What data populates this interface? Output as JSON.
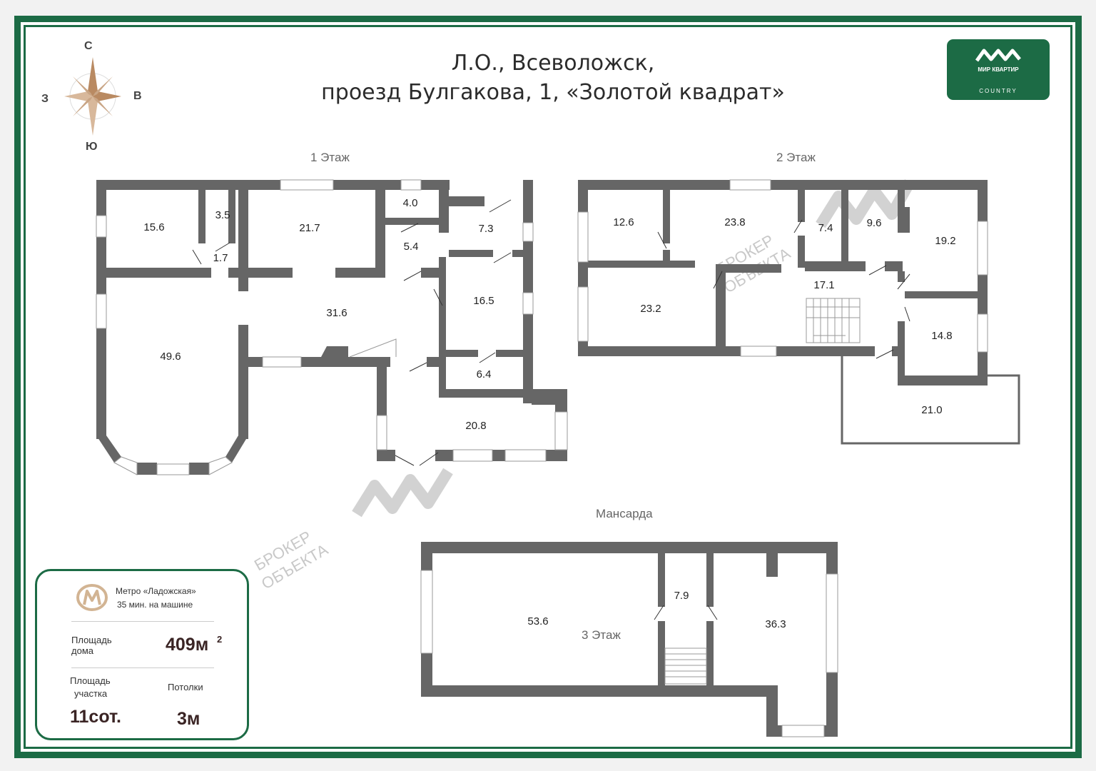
{
  "title": {
    "line1": "Л.О., Всеволожск,",
    "line2": "проезд Булгакова, 1, «Золотой квадрат»"
  },
  "compass": {
    "north": "С",
    "south": "Ю",
    "west": "З",
    "east": "В"
  },
  "logo": {
    "brand": "МИР КВАРТИР",
    "sub": "COUNTRY"
  },
  "floors": {
    "floor1": {
      "label": "1 Этаж",
      "rooms": [
        "15.6",
        "3.5",
        "1.7",
        "21.7",
        "4.0",
        "5.4",
        "7.3",
        "31.6",
        "16.5",
        "49.6",
        "6.4",
        "20.8"
      ]
    },
    "floor2": {
      "label": "2 Этаж",
      "rooms": [
        "12.6",
        "23.8",
        "7.4",
        "9.6",
        "19.2",
        "17.1",
        "23.2",
        "14.8",
        "21.0"
      ]
    },
    "attic": {
      "label": "Мансарда",
      "inner_label": "3 Этаж",
      "rooms": [
        "53.6",
        "7.9",
        "36.3"
      ]
    }
  },
  "watermark": {
    "line1": "БРОКЕР",
    "line2": "ОБЪЕКТА"
  },
  "info": {
    "metro_name": "Метро «Ладожская»",
    "metro_time": "35 мин. на машине",
    "house_area_label_1": "Площадь",
    "house_area_label_2": "дома",
    "house_area_value": "409м",
    "house_area_sup": "2",
    "plot_label_1": "Площадь",
    "plot_label_2": "участка",
    "plot_value": "11сот.",
    "ceiling_label": "Потолки",
    "ceiling_value": "3м"
  },
  "colors": {
    "brand_green": "#1c6b45",
    "wall": "#666666",
    "compass": "#c49a72"
  }
}
